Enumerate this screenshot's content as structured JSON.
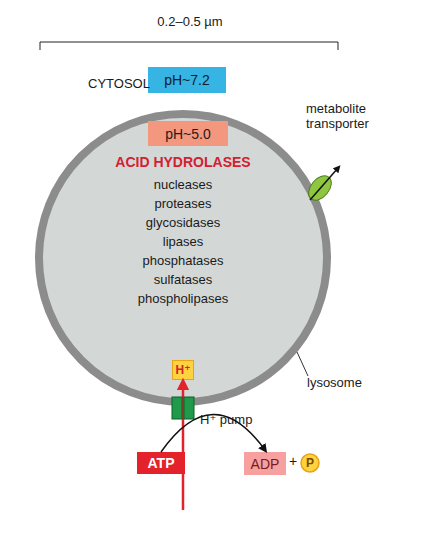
{
  "diagram": {
    "nodes": [
      {
        "text": [
          "pH~7.2"
        ]
      },
      {
        "text": [
          "ACID HYDROLASES",
          "nucleases",
          "proteases",
          "glycosidases",
          "lipases",
          "phosphatases",
          "sulfatases",
          "phospholipases",
          "lysosome"
        ]
      },
      {
        "text": [
          "pH~5.0"
        ],
        "in": 1
      },
      {
        "text": [
          "H⁺"
        ],
        "in": 1
      },
      {
        "text": [
          "ATP"
        ]
      },
      {
        "text": [
          "ADP"
        ]
      },
      {
        "text": [
          "P"
        ]
      }
    ],
    "edges": [
      {
        "from": 4,
        "to": 5,
        "arrow": "to"
      }
    ],
    "labels": [
      "0.2–0.5 µm",
      "CYTOSOL",
      "metabolite transporter",
      "H⁺ pump",
      "+"
    ]
  }
}
